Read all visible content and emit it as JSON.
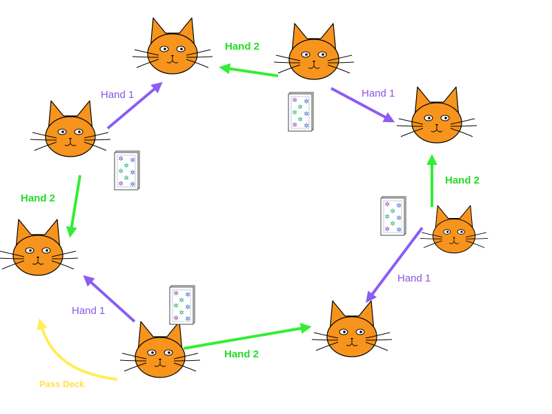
{
  "labels": {
    "hand1": "Hand 1",
    "hand2": "Hand 2",
    "pass_deck": "Pass Deck"
  },
  "colors": {
    "cat_fill": "#f7941d",
    "outline": "#000000",
    "eye_fill": "#ffffff",
    "hand1_arrow": "#8b5cf6",
    "hand1_text": "#8a55e8",
    "hand2_arrow": "#33ee33",
    "hand2_text": "#22dd22",
    "pass_deck": "#ffee55",
    "card_blue": "#3a5fcd",
    "card_green": "#1aa86a",
    "card_purple": "#8a3fa8"
  },
  "icons": [
    "cat-icon",
    "card-deck-icon",
    "arrow-icon"
  ]
}
